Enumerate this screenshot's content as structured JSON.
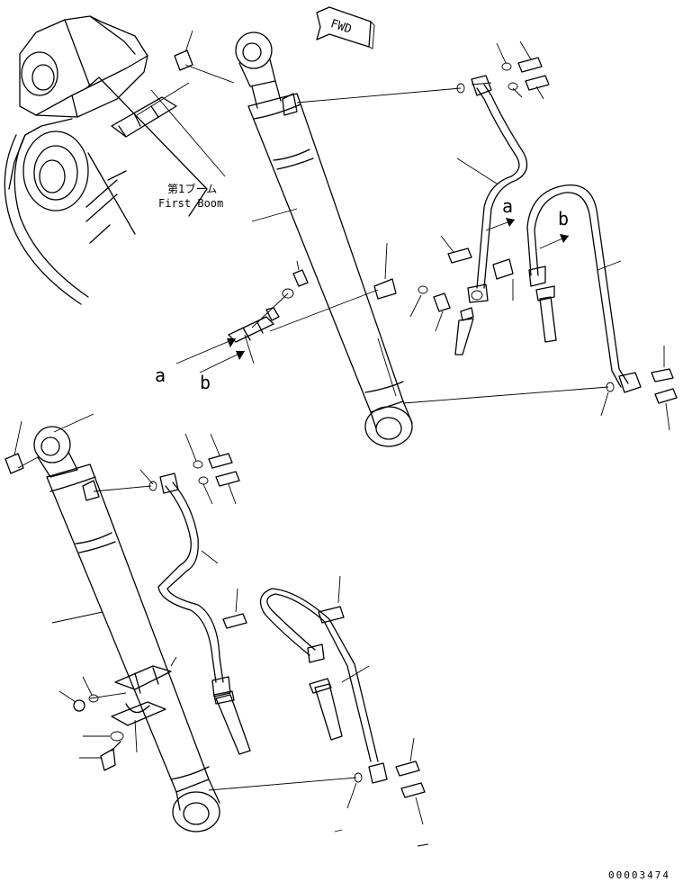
{
  "labels": {
    "fwd": "FWD",
    "boom_jp": "第1ブーム",
    "boom_en": "First Boom",
    "arrow_a_upper": "a",
    "arrow_b_upper": "b",
    "arrow_a_left": "a",
    "arrow_b_left": "b",
    "drawing_number": "00003474"
  }
}
